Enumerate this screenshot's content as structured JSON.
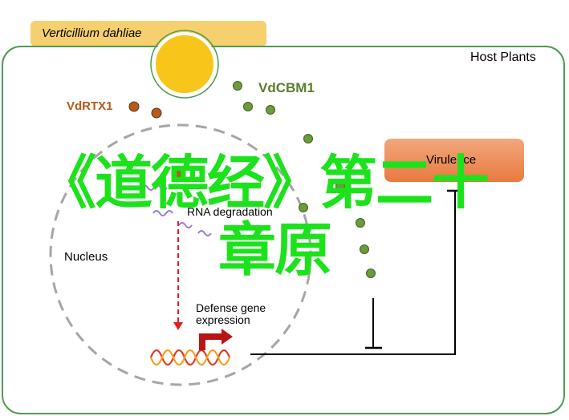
{
  "pathogen": {
    "name": "Verticillium dahliae"
  },
  "host": {
    "label": "Host Plants"
  },
  "effectors": {
    "rtx1": {
      "label": "VdRTX1",
      "color": "#b55a1a"
    },
    "cbm1": {
      "label": "VdCBM1",
      "color": "#5a7d2c"
    }
  },
  "nucleus": {
    "label": "Nucleus"
  },
  "process": {
    "rna_degradation": "RNA degradation",
    "defense_line1": "Defense gene",
    "defense_line2": "expression"
  },
  "virulence": {
    "label": "Virulence"
  },
  "overlay": {
    "line1": "《道德经》第二十",
    "line2": "章原",
    "color": "#1ce21c"
  },
  "colors": {
    "host_border": "#4e9b50",
    "pathogen_bar": "#f6cf6e",
    "spore": "#f8c51a",
    "arrow_red": "#e02020",
    "dna_red": "#e03a2a",
    "dna_orange": "#f4a020",
    "rna_purple": "#9a78d8",
    "promoter_arrow": "#b81616"
  }
}
